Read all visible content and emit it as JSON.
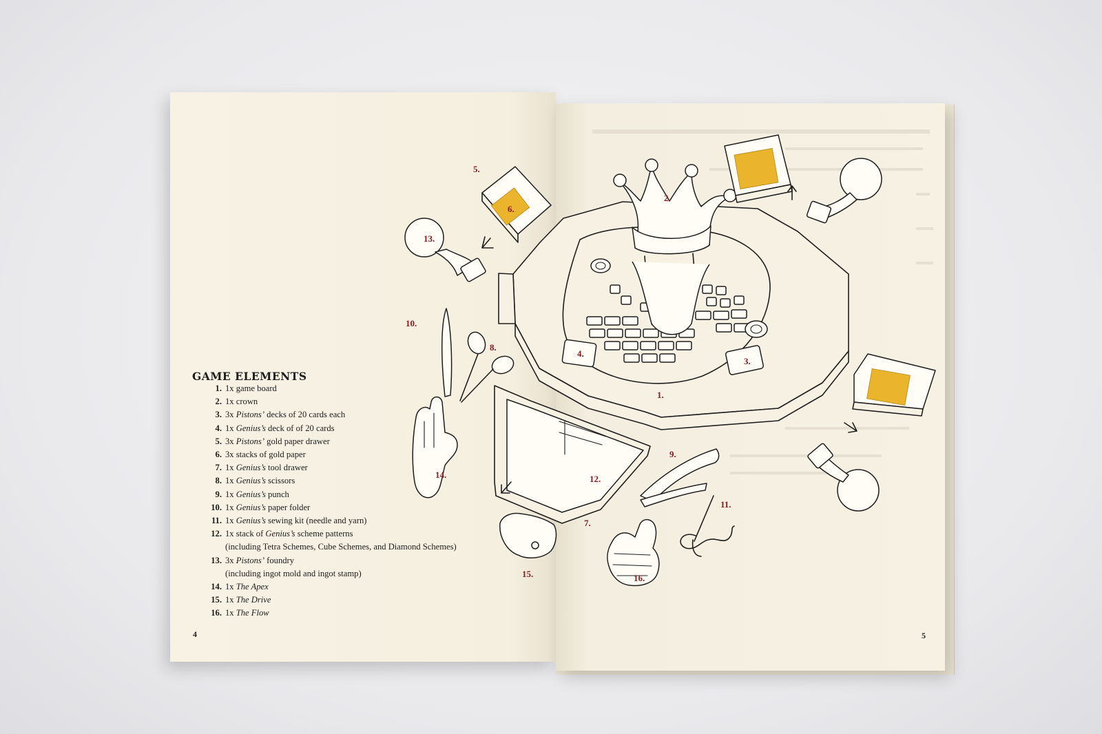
{
  "spread": {
    "left_page": {
      "heading": "GAME ELEMENTS",
      "items": [
        {
          "num": "1.",
          "lines": [
            [
              {
                "t": "1x game board"
              }
            ]
          ]
        },
        {
          "num": "2.",
          "lines": [
            [
              {
                "t": "1x crown"
              }
            ]
          ]
        },
        {
          "num": "3.",
          "lines": [
            [
              {
                "t": "3x "
              },
              {
                "t": "Pistons’",
                "i": true
              },
              {
                "t": " decks of 20 cards each"
              }
            ]
          ]
        },
        {
          "num": "4.",
          "lines": [
            [
              {
                "t": "1x "
              },
              {
                "t": "Genius’s",
                "i": true
              },
              {
                "t": " deck of of 20 cards"
              }
            ]
          ]
        },
        {
          "num": "5.",
          "lines": [
            [
              {
                "t": "3x "
              },
              {
                "t": "Pistons’",
                "i": true
              },
              {
                "t": " gold paper drawer"
              }
            ]
          ]
        },
        {
          "num": "6.",
          "lines": [
            [
              {
                "t": "3x stacks of gold paper"
              }
            ]
          ]
        },
        {
          "num": "7.",
          "lines": [
            [
              {
                "t": "1x "
              },
              {
                "t": "Genius’s",
                "i": true
              },
              {
                "t": " tool drawer"
              }
            ]
          ]
        },
        {
          "num": "8.",
          "lines": [
            [
              {
                "t": "1x "
              },
              {
                "t": "Genius’s",
                "i": true
              },
              {
                "t": " scissors"
              }
            ]
          ]
        },
        {
          "num": "9.",
          "lines": [
            [
              {
                "t": "1x "
              },
              {
                "t": "Genius’s",
                "i": true
              },
              {
                "t": " punch"
              }
            ]
          ]
        },
        {
          "num": "10.",
          "lines": [
            [
              {
                "t": "1x "
              },
              {
                "t": "Genius’s",
                "i": true
              },
              {
                "t": " paper folder"
              }
            ]
          ]
        },
        {
          "num": "11.",
          "lines": [
            [
              {
                "t": "1x "
              },
              {
                "t": "Genius’s",
                "i": true
              },
              {
                "t": " sewing kit (needle and yarn)"
              }
            ]
          ]
        },
        {
          "num": "12.",
          "lines": [
            [
              {
                "t": "1x stack of "
              },
              {
                "t": "Genius’s",
                "i": true
              },
              {
                "t": " scheme patterns"
              }
            ],
            [
              {
                "t": "(including Tetra Schemes, Cube Schemes, and Diamond Schemes)"
              }
            ]
          ]
        },
        {
          "num": "13.",
          "lines": [
            [
              {
                "t": "3x "
              },
              {
                "t": "Pistons’",
                "i": true
              },
              {
                "t": " foundry"
              }
            ],
            [
              {
                "t": "(including ingot mold and ingot stamp)"
              }
            ]
          ]
        },
        {
          "num": "14.",
          "lines": [
            [
              {
                "t": "1x "
              },
              {
                "t": "The Apex",
                "i": true
              }
            ]
          ]
        },
        {
          "num": "15.",
          "lines": [
            [
              {
                "t": "1x "
              },
              {
                "t": "The Drive",
                "i": true
              }
            ]
          ]
        },
        {
          "num": "16.",
          "lines": [
            [
              {
                "t": "1x "
              },
              {
                "t": "The Flow",
                "i": true
              }
            ]
          ]
        }
      ],
      "page_number": "4"
    },
    "right_page": {
      "page_number": "5"
    },
    "callouts": [
      "1.",
      "2.",
      "3.",
      "4.",
      "5.",
      "6.",
      "7.",
      "8.",
      "9.",
      "10.",
      "11.",
      "12.",
      "13.",
      "14.",
      "15.",
      "16."
    ],
    "colors": {
      "paper": "#f6f1e3",
      "ink": "#1e1e1e",
      "callout": "#8c1a1f",
      "gold": "#eab52c"
    }
  }
}
